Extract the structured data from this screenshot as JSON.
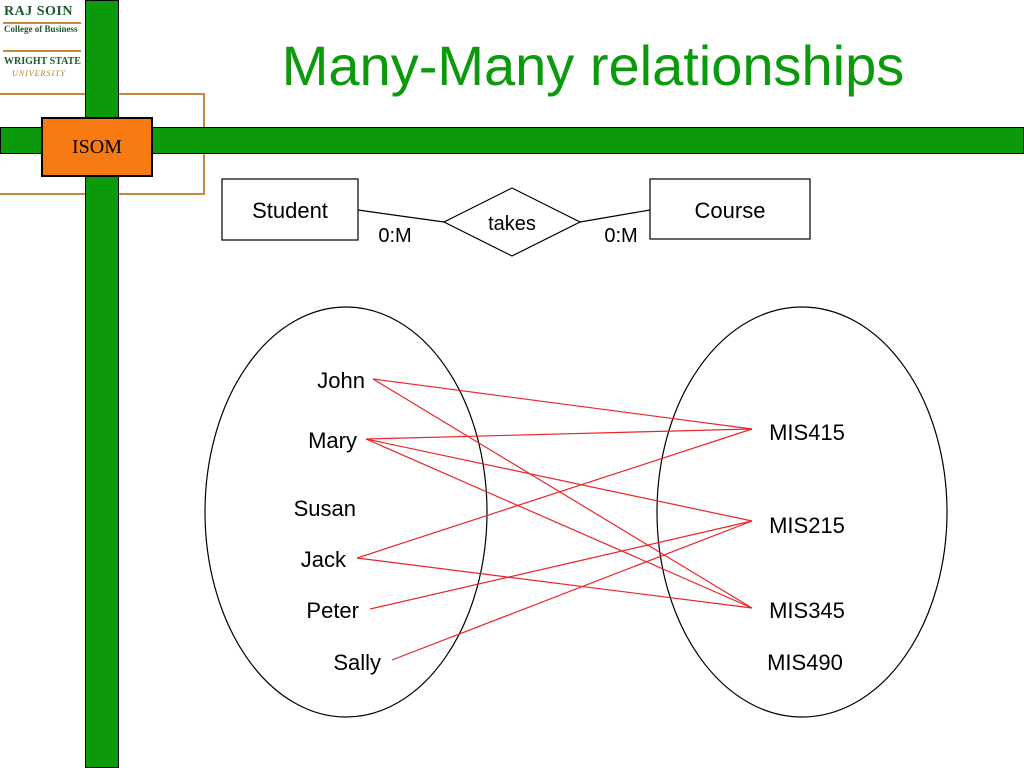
{
  "logo": {
    "line1": "RAJ SOIN",
    "line2": "College of Business",
    "line3": "WRIGHT STATE",
    "line4": "UNIVERSITY"
  },
  "header": {
    "badge": "ISOM"
  },
  "title": "Many-Many relationships",
  "er": {
    "entity_left": "Student",
    "relationship": "takes",
    "entity_right": "Course",
    "card_left": "0:M",
    "card_right": "0:M"
  },
  "students": [
    "John",
    "Mary",
    "Susan",
    "Jack",
    "Peter",
    "Sally"
  ],
  "courses": [
    "MIS415",
    "MIS215",
    "MIS345",
    "MIS490"
  ],
  "links": [
    [
      "John",
      "MIS415"
    ],
    [
      "John",
      "MIS345"
    ],
    [
      "Mary",
      "MIS415"
    ],
    [
      "Mary",
      "MIS215"
    ],
    [
      "Mary",
      "MIS345"
    ],
    [
      "Jack",
      "MIS415"
    ],
    [
      "Jack",
      "MIS345"
    ],
    [
      "Peter",
      "MIS215"
    ],
    [
      "Sally",
      "MIS215"
    ]
  ],
  "colors": {
    "brand_green": "#0b9a0b",
    "badge_orange": "#f77b12",
    "link_red": "#e8262b"
  }
}
